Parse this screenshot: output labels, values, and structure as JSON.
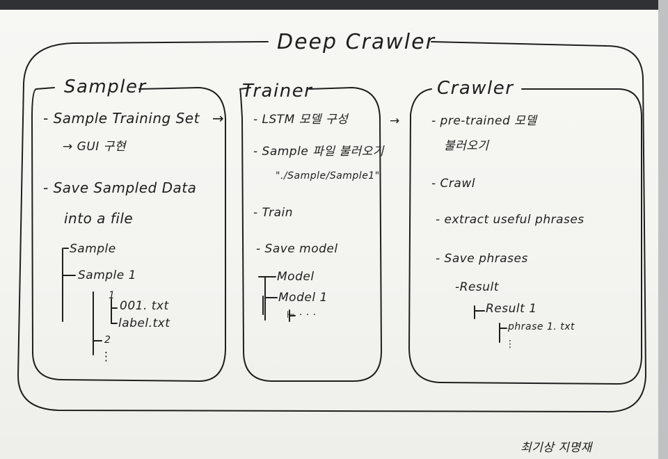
{
  "title": "Deep Crawler",
  "sampler": {
    "header": "Sampler",
    "item1": "- Sample Training Set",
    "item1_sub": "→ GUI 구현",
    "item2_line1": "- Save Sampled Data",
    "item2_line2": "into a file",
    "tree_root": "Sample",
    "tree_child": "Sample 1",
    "tree_folder1": "1",
    "tree_file1": "001. txt",
    "tree_file2": "label.txt",
    "tree_folder2": "2",
    "tree_more": "⋮"
  },
  "trainer": {
    "header": "Trainer",
    "item1": "- LSTM 모델 구성",
    "item2": "- Sample 파일 불러오기",
    "item2_path": "\"./Sample/Sample1\"",
    "item3": "- Train",
    "item4": "- Save model",
    "tree_root": "Model",
    "tree_child": "Model 1",
    "tree_more": "⊢ · · ·"
  },
  "crawler": {
    "header": "Crawler",
    "item1_line1": "- pre-trained 모델",
    "item1_line2": "불러오기",
    "item2": "- Crawl",
    "item3": "- extract useful phrases",
    "item4": "- Save phrases",
    "tree_root": "-Result",
    "tree_child": "Result 1",
    "tree_file": "phrase 1. txt",
    "tree_more": "⋮"
  },
  "arrows": {
    "sampler_to_trainer": "→",
    "trainer_to_crawler": "→"
  },
  "signature": "최기상 지명재"
}
